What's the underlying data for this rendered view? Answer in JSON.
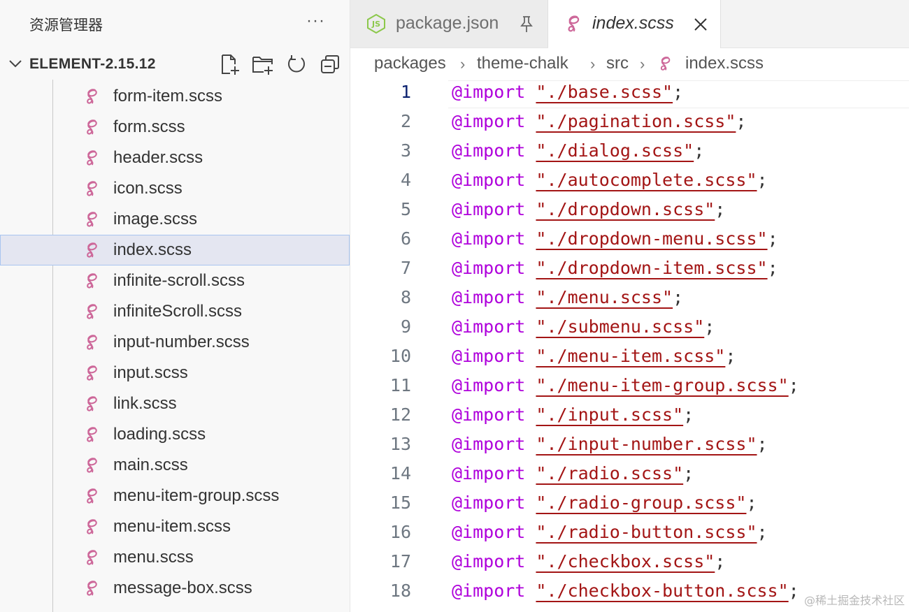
{
  "sidebar": {
    "title": "资源管理器",
    "more": "···",
    "section_title": "ELEMENT-2.15.12",
    "toolbar_icons": [
      "new-file-icon",
      "new-folder-icon",
      "refresh-icon",
      "collapse-all-icon"
    ],
    "files": [
      "form-item.scss",
      "form.scss",
      "header.scss",
      "icon.scss",
      "image.scss",
      "index.scss",
      "infinite-scroll.scss",
      "infiniteScroll.scss",
      "input-number.scss",
      "input.scss",
      "link.scss",
      "loading.scss",
      "main.scss",
      "menu-item-group.scss",
      "menu-item.scss",
      "menu.scss",
      "message-box.scss"
    ],
    "selected_file": "index.scss"
  },
  "tabs": [
    {
      "label": "package.json",
      "icon": "nodejs-icon",
      "action_icon": "pin-icon",
      "active": false
    },
    {
      "label": "index.scss",
      "icon": "sass-icon",
      "action_icon": "close-icon",
      "active": true
    }
  ],
  "breadcrumb": [
    "packages",
    "theme-chalk",
    "src",
    "index.scss"
  ],
  "editor": {
    "keyword": "@import",
    "lines": [
      {
        "num": "1",
        "path": "\"./base.scss\""
      },
      {
        "num": "2",
        "path": "\"./pagination.scss\""
      },
      {
        "num": "3",
        "path": "\"./dialog.scss\""
      },
      {
        "num": "4",
        "path": "\"./autocomplete.scss\""
      },
      {
        "num": "5",
        "path": "\"./dropdown.scss\""
      },
      {
        "num": "6",
        "path": "\"./dropdown-menu.scss\""
      },
      {
        "num": "7",
        "path": "\"./dropdown-item.scss\""
      },
      {
        "num": "8",
        "path": "\"./menu.scss\""
      },
      {
        "num": "9",
        "path": "\"./submenu.scss\""
      },
      {
        "num": "10",
        "path": "\"./menu-item.scss\""
      },
      {
        "num": "11",
        "path": "\"./menu-item-group.scss\""
      },
      {
        "num": "12",
        "path": "\"./input.scss\""
      },
      {
        "num": "13",
        "path": "\"./input-number.scss\""
      },
      {
        "num": "14",
        "path": "\"./radio.scss\""
      },
      {
        "num": "15",
        "path": "\"./radio-group.scss\""
      },
      {
        "num": "16",
        "path": "\"./radio-button.scss\""
      },
      {
        "num": "17",
        "path": "\"./checkbox.scss\""
      },
      {
        "num": "18",
        "path": "\"./checkbox-button.scss\""
      }
    ]
  },
  "watermark": "@稀土掘金技术社区",
  "colors": {
    "sass_icon": "#cd6799",
    "keyword": "#af00db",
    "string": "#a31515",
    "selection": "#e4e6f1"
  }
}
